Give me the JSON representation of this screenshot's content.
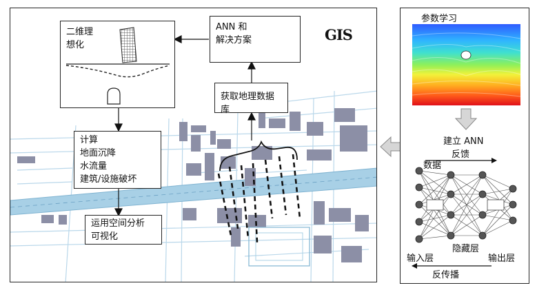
{
  "left_panel": {
    "gis_label": "GIS",
    "box_2d": {
      "line1": "二维理",
      "line2": "想化"
    },
    "box_ann": {
      "line1": "ANN 和",
      "line2": "解决方案"
    },
    "box_db": {
      "label": "获取地理数据库"
    },
    "box_calc": {
      "line1": "计算",
      "line2": "地面沉降",
      "line3": "水流量",
      "line4": "建筑/设施破坏"
    },
    "box_spatial": {
      "line1": "运用空间分析",
      "line2": "可视化"
    }
  },
  "right_panel": {
    "param_title": "参数学习",
    "build_ann": "建立 ANN",
    "data_label": "数据",
    "feedback_label": "反馈",
    "hidden_layer": "隐藏层",
    "input_layer": "输入层",
    "output_layer": "输出层",
    "backprop_label": "反传播"
  },
  "colors": {
    "road": "#a8d0e6",
    "building": "#8c8fa6",
    "frame": "#222222"
  }
}
